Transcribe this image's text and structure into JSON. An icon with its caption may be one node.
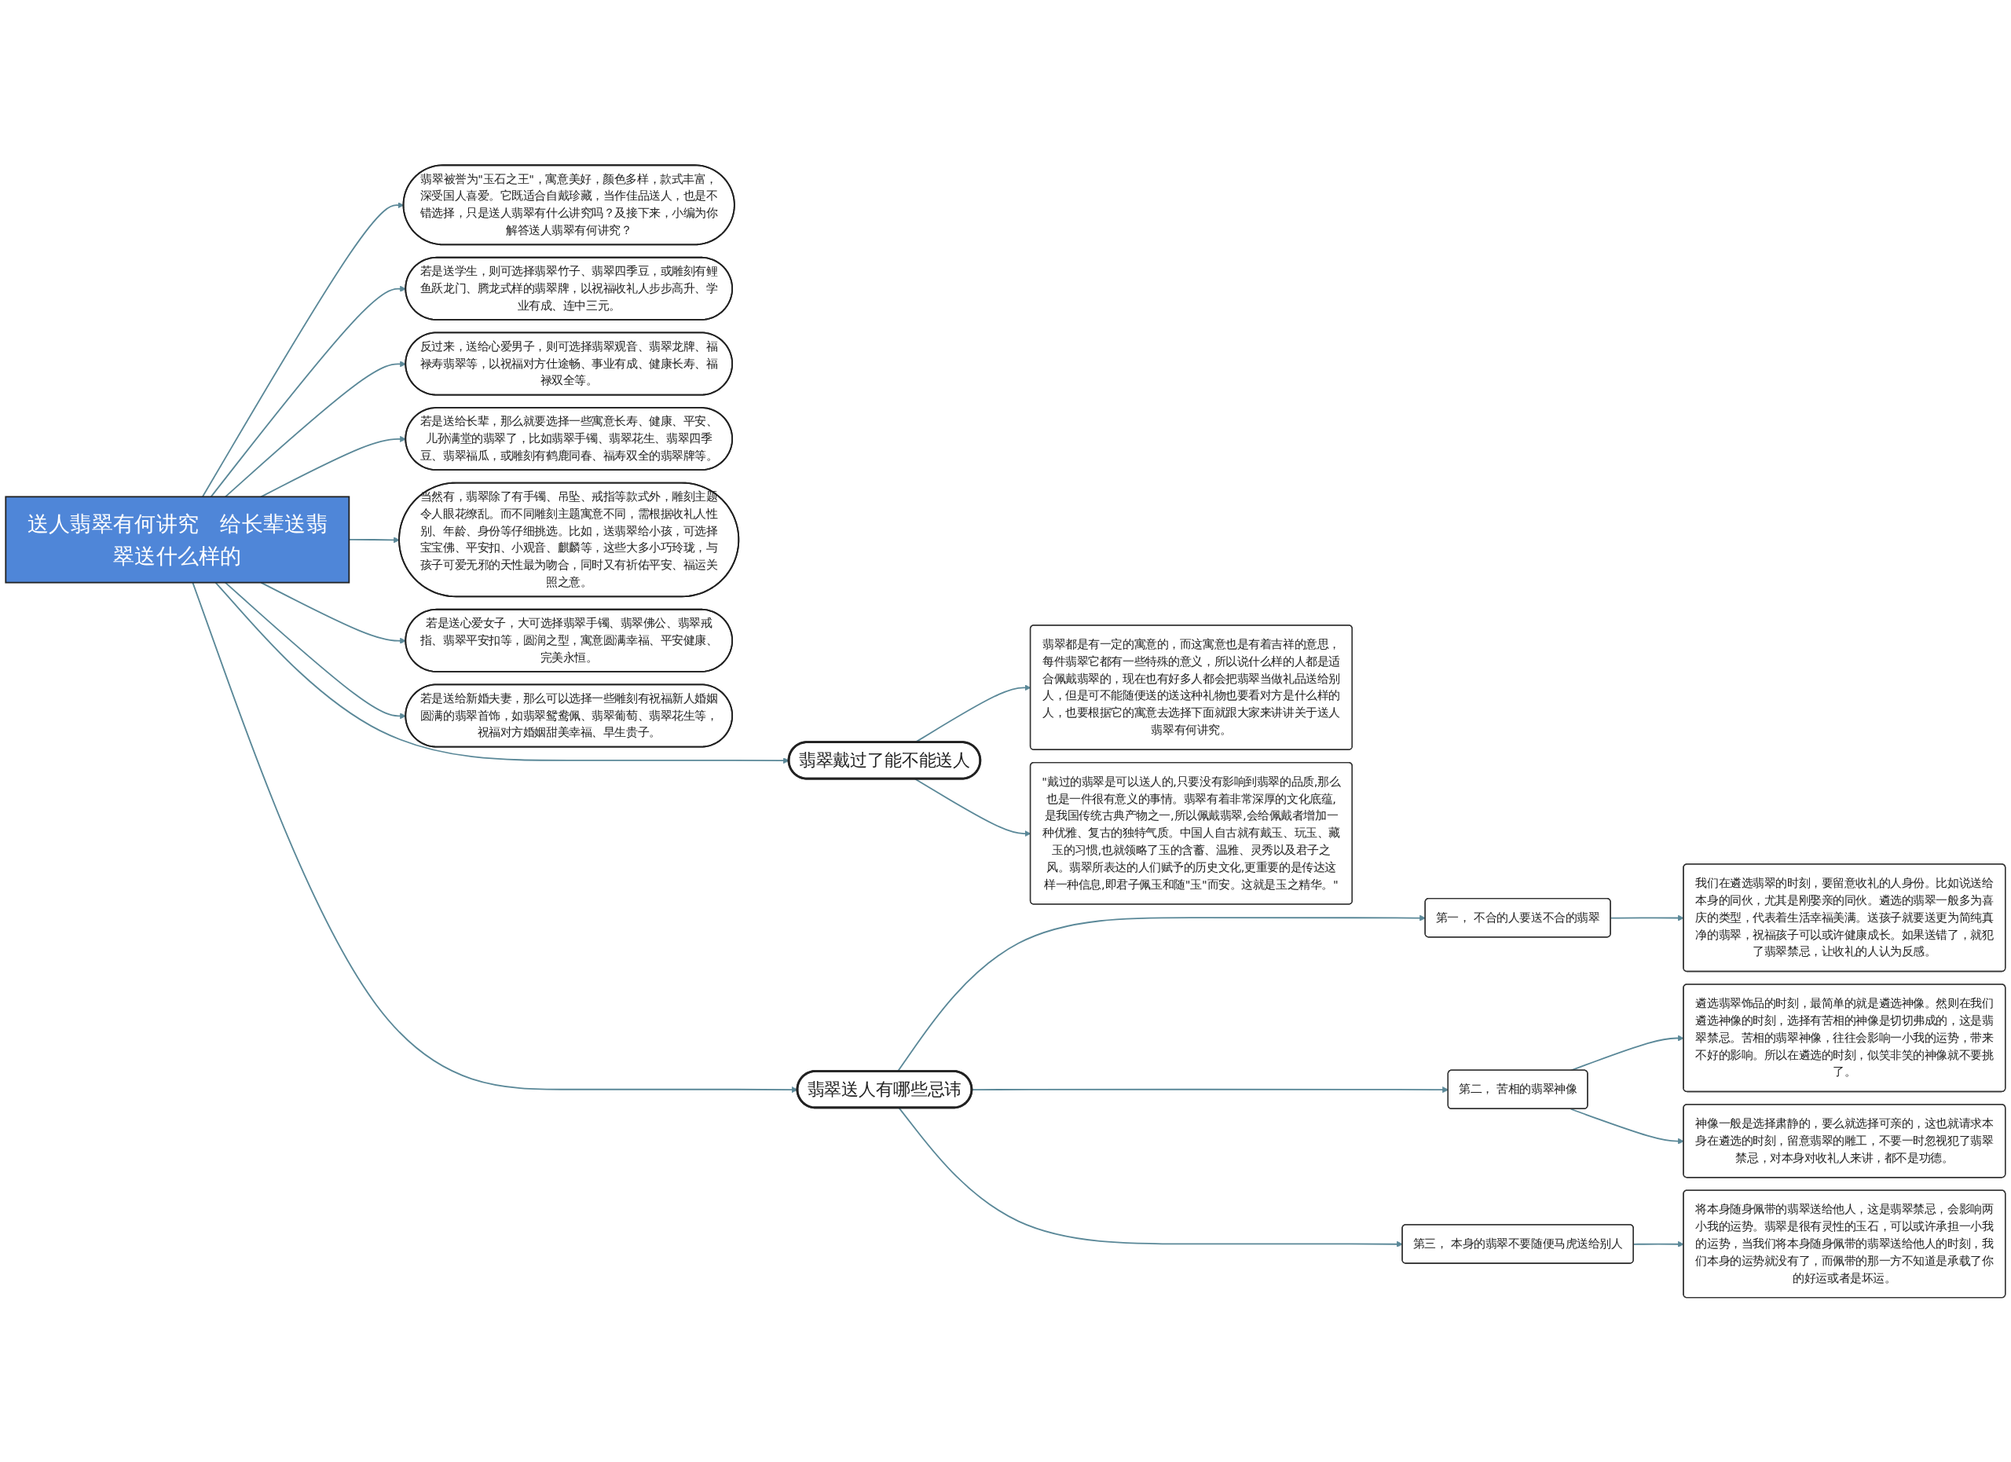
{
  "diagram": {
    "nodes": [
      {
        "text": [
          "送人翡翠有何讲究　给长辈送翡翠送什么样的"
        ]
      },
      {
        "text": [
          "翡翠被誉为\"玉石之王\"，寓意美好，颜色多样，款式丰富，深受国人喜爱。它既适合自戴珍藏，当作佳品送人，也是不错选择，只是送人翡翠有什么讲究吗？及接下来，小编为你解答送人翡翠有何讲究？"
        ]
      },
      {
        "text": [
          "若是送学生，则可选择翡翠竹子、翡翠四季豆，或雕刻有鲤鱼跃龙门、腾龙式样的翡翠牌，以祝福收礼人步步高升、学业有成、连中三元。"
        ]
      },
      {
        "text": [
          "反过来，送给心爱男子，则可选择翡翠观音、翡翠龙牌、福禄寿翡翠等，以祝福对方仕途畅、事业有成、健康长寿、福禄双全等。"
        ]
      },
      {
        "text": [
          "若是送给长辈，那么就要选择一些寓意长寿、健康、平安、儿孙满堂的翡翠了，比如翡翠手镯、翡翠花生、翡翠四季豆、翡翠福瓜，或雕刻有鹤鹿同春、福寿双全的翡翠牌等。"
        ]
      },
      {
        "text": [
          "翡翠送人有哪些忌讳"
        ]
      },
      {
        "text": [
          "第一， 不合的人要送不合的翡翠"
        ]
      },
      {
        "text": [
          "我们在遴选翡翠的时刻，要留意收礼的人身份。比如说送给本身的同伙，尤其是刚娶亲的同伙。遴选的翡翠一般多为喜庆的类型，代表着生活幸福美满。送孩子就要送更为简纯真净的翡翠，祝福孩子可以或许健康成长。如果送错了，就犯了翡翠禁忌，让收礼的人认为反感。"
        ]
      },
      {
        "text": [
          "第二， 苦相的翡翠神像"
        ]
      },
      {
        "text": [
          "遴选翡翠饰品的时刻，最简单的就是遴选神像。然则在我们遴选神像的时刻，选择有苦相的神像是切切弗成的，这是翡翠禁忌。苦相的翡翠神像，往往会影响一小我的运势，带来不好的影响。所以在遴选的时刻，似笑非笑的神像就不要挑了。"
        ]
      },
      {
        "text": [
          "神像一般是选择肃静的，要么就选择可亲的，这也就请求本身在遴选的时刻，留意翡翠的雕工，不要一时忽视犯了翡翠禁忌，对本身对收礼人来讲，都不是功德。"
        ]
      },
      {
        "text": [
          "第三， 本身的翡翠不要随便马虎送给别人"
        ]
      },
      {
        "text": [
          "将本身随身佩带的翡翠送给他人，这是翡翠禁忌，会影响两小我的运势。翡翠是很有灵性的玉石，可以或许承担一小我的运势，当我们将本身随身佩带的翡翠送给他人的时刻，我们本身的运势就没有了，而佩带的那一方不知道是承载了你的好运或者是坏运。"
        ]
      },
      {
        "text": [
          "当然有，翡翠除了有手镯、吊坠、戒指等款式外，雕刻主题令人眼花缭乱。而不同雕刻主题寓意不同，需根据收礼人性别、年龄、身份等仔细挑选。比如，送翡翠给小孩，可选择宝宝佛、平安扣、小观音、麒麟等，这些大多小巧玲珑，与孩子可爱无邪的天性最为吻合，同时又有祈佑平安、福运关照之意。"
        ]
      },
      {
        "text": [
          "若是送心爱女子，大可选择翡翠手镯、翡翠佛公、翡翠戒指、翡翠平安扣等，圆润之型，寓意圆满幸福、平安健康、完美永恒。"
        ]
      },
      {
        "text": [
          "若是送给新婚夫妻，那么可以选择一些雕刻有祝福新人婚姻圆满的翡翠首饰，如翡翠鸳鸯佩、翡翠葡萄、翡翠花生等，祝福对方婚姻甜美幸福、早生贵子。"
        ]
      },
      {
        "text": [
          "翡翠戴过了能不能送人"
        ]
      },
      {
        "text": [
          "翡翠都是有一定的寓意的，而这寓意也是有着吉祥的意思，每件翡翠它都有一些特殊的意义，所以说什么样的人都是适合佩戴翡翠的，现在也有好多人都会把翡翠当做礼品送给别人，但是可不能随便送的送这种礼物也要看对方是什么样的人，也要根据它的寓意去选择下面就跟大家来讲讲关于送人翡翠有何讲究。"
        ]
      },
      {
        "text": [
          "\"戴过的翡翠是可以送人的,只要没有影响到翡翠的品质,那么也是一件很有意义的事情。翡翠有着非常深厚的文化底蕴,是我国传统古典产物之一,所以佩戴翡翠,会给佩戴者增加一种优雅、复古的独特气质。中国人自古就有戴玉、玩玉、藏玉的习惯,也就领略了玉的含蓄、温雅、灵秀以及君子之风。翡翠所表达的人们赋予的历史文化,更重要的是传达这样一种信息,即君子佩玉和随\"玉\"而安。这就是玉之精华。\""
        ]
      }
    ],
    "edges": [
      {
        "from": 0,
        "to": 1,
        "arrow": "to"
      },
      {
        "from": 0,
        "to": 2,
        "arrow": "to"
      },
      {
        "from": 0,
        "to": 3,
        "arrow": "to"
      },
      {
        "from": 0,
        "to": 4,
        "arrow": "to"
      },
      {
        "from": 0,
        "to": 5,
        "arrow": "to"
      },
      {
        "from": 5,
        "to": 6,
        "arrow": "to"
      },
      {
        "from": 6,
        "to": 7,
        "arrow": "to"
      },
      {
        "from": 5,
        "to": 8,
        "arrow": "to"
      },
      {
        "from": 8,
        "to": 9,
        "arrow": "to"
      },
      {
        "from": 8,
        "to": 10,
        "arrow": "to"
      },
      {
        "from": 5,
        "to": 11,
        "arrow": "to"
      },
      {
        "from": 11,
        "to": 12,
        "arrow": "to"
      },
      {
        "from": 0,
        "to": 13,
        "arrow": "to"
      },
      {
        "from": 0,
        "to": 14,
        "arrow": "to"
      },
      {
        "from": 0,
        "to": 15,
        "arrow": "to"
      },
      {
        "from": 0,
        "to": 16,
        "arrow": "to"
      },
      {
        "from": 16,
        "to": 17,
        "arrow": "to"
      },
      {
        "from": 16,
        "to": 18,
        "arrow": "to"
      }
    ]
  }
}
